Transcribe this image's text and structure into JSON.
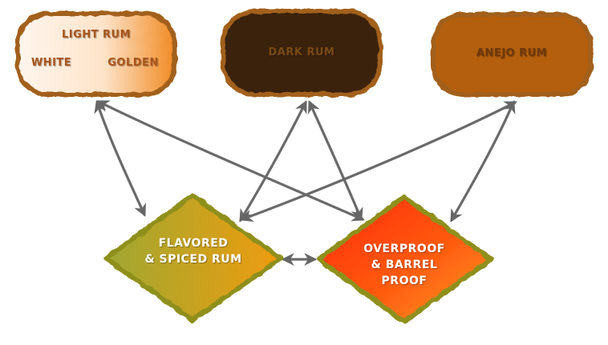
{
  "nodes": {
    "light_rum": {
      "title": "LIGHT RUM",
      "sub_left": "WHITE",
      "sub_right": "GOLDEN"
    },
    "dark_rum": {
      "title": "DARK RUM"
    },
    "anejo_rum": {
      "title": "ANEJO RUM"
    },
    "flavored": {
      "line1": "FLAVORED",
      "line2": "& SPICED RUM"
    },
    "overproof": {
      "line1": "OVERPROOF",
      "line2": "& BARREL",
      "line3": "PROOF"
    }
  },
  "colors": {
    "border": "#a2611c",
    "diamond_border": "#8f8f1c",
    "light_fill_start": "#fff6ee",
    "light_fill_end": "#f08a24",
    "dark_fill": "#3b2208",
    "anejo_fill": "#b45f08",
    "flavored_fill_start": "#9ea833",
    "flavored_fill_end": "#ec9c10",
    "overproof_fill_start": "#ff2f0a",
    "overproof_fill_end": "#ff9a1a",
    "arrow": "#666666"
  }
}
